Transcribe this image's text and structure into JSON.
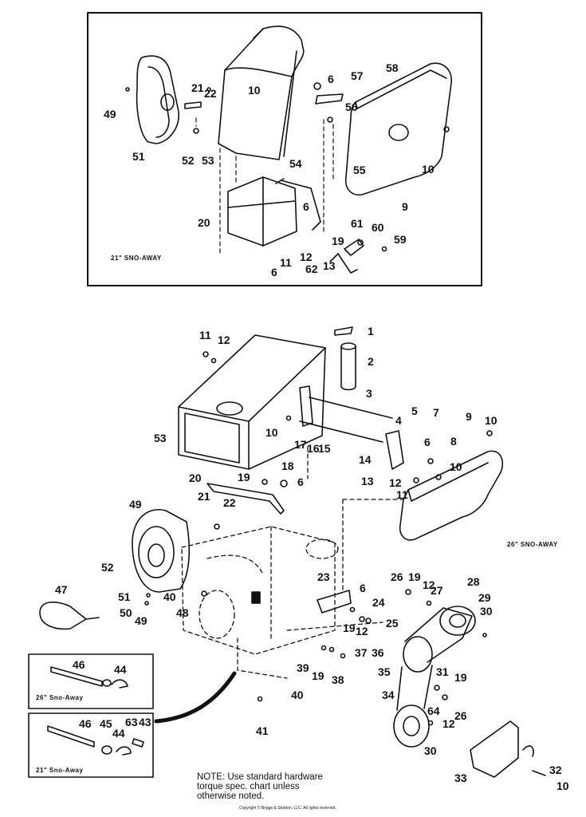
{
  "section_top": {
    "label": "21\" SNO-AWAY",
    "callouts": [
      {
        "n": "6"
      },
      {
        "n": "57"
      },
      {
        "n": "58"
      },
      {
        "n": "10"
      },
      {
        "n": "21"
      },
      {
        "n": "22"
      },
      {
        "n": "49"
      },
      {
        "n": "56"
      },
      {
        "n": "51"
      },
      {
        "n": "52"
      },
      {
        "n": "53"
      },
      {
        "n": "54"
      },
      {
        "n": "55"
      },
      {
        "n": "10"
      },
      {
        "n": "9"
      },
      {
        "n": "20"
      },
      {
        "n": "6"
      },
      {
        "n": "61"
      },
      {
        "n": "60"
      },
      {
        "n": "59"
      },
      {
        "n": "19"
      },
      {
        "n": "12"
      },
      {
        "n": "11"
      },
      {
        "n": "62"
      },
      {
        "n": "13"
      },
      {
        "n": "6"
      }
    ]
  },
  "section_bottom": {
    "label": "26\" SNO-AWAY",
    "callouts": [
      {
        "n": "1"
      },
      {
        "n": "11"
      },
      {
        "n": "12"
      },
      {
        "n": "2"
      },
      {
        "n": "3"
      },
      {
        "n": "5"
      },
      {
        "n": "7"
      },
      {
        "n": "9"
      },
      {
        "n": "10"
      },
      {
        "n": "4"
      },
      {
        "n": "53"
      },
      {
        "n": "10"
      },
      {
        "n": "17"
      },
      {
        "n": "16"
      },
      {
        "n": "15"
      },
      {
        "n": "6"
      },
      {
        "n": "8"
      },
      {
        "n": "14"
      },
      {
        "n": "10"
      },
      {
        "n": "13"
      },
      {
        "n": "12"
      },
      {
        "n": "11"
      },
      {
        "n": "18"
      },
      {
        "n": "19"
      },
      {
        "n": "6"
      },
      {
        "n": "20"
      },
      {
        "n": "49"
      },
      {
        "n": "21"
      },
      {
        "n": "22"
      },
      {
        "n": "52"
      },
      {
        "n": "51"
      },
      {
        "n": "40"
      },
      {
        "n": "47"
      },
      {
        "n": "50"
      },
      {
        "n": "49"
      },
      {
        "n": "48"
      },
      {
        "n": "23"
      },
      {
        "n": "6"
      },
      {
        "n": "26"
      },
      {
        "n": "19"
      },
      {
        "n": "12"
      },
      {
        "n": "27"
      },
      {
        "n": "28"
      },
      {
        "n": "29"
      },
      {
        "n": "24"
      },
      {
        "n": "30"
      },
      {
        "n": "19"
      },
      {
        "n": "12"
      },
      {
        "n": "25"
      },
      {
        "n": "37"
      },
      {
        "n": "36"
      },
      {
        "n": "39"
      },
      {
        "n": "19"
      },
      {
        "n": "38"
      },
      {
        "n": "35"
      },
      {
        "n": "31"
      },
      {
        "n": "19"
      },
      {
        "n": "46"
      },
      {
        "n": "44"
      },
      {
        "n": "40"
      },
      {
        "n": "34"
      },
      {
        "n": "64"
      },
      {
        "n": "26"
      },
      {
        "n": "12"
      },
      {
        "n": "41"
      },
      {
        "n": "46"
      },
      {
        "n": "45"
      },
      {
        "n": "44"
      },
      {
        "n": "63"
      },
      {
        "n": "43"
      },
      {
        "n": "30"
      },
      {
        "n": "32"
      },
      {
        "n": "33"
      },
      {
        "n": "10"
      }
    ]
  },
  "inset_26": {
    "label": "26\" Sno-Away"
  },
  "inset_21": {
    "label": "21\" Sno-Away"
  },
  "note": {
    "line1": "NOTE: Use standard hardware",
    "line2": "torque spec. chart unless",
    "line3": "otherwise noted."
  },
  "copyright": "Copyright © Briggs & Stratton, LLC. All rights reserved."
}
